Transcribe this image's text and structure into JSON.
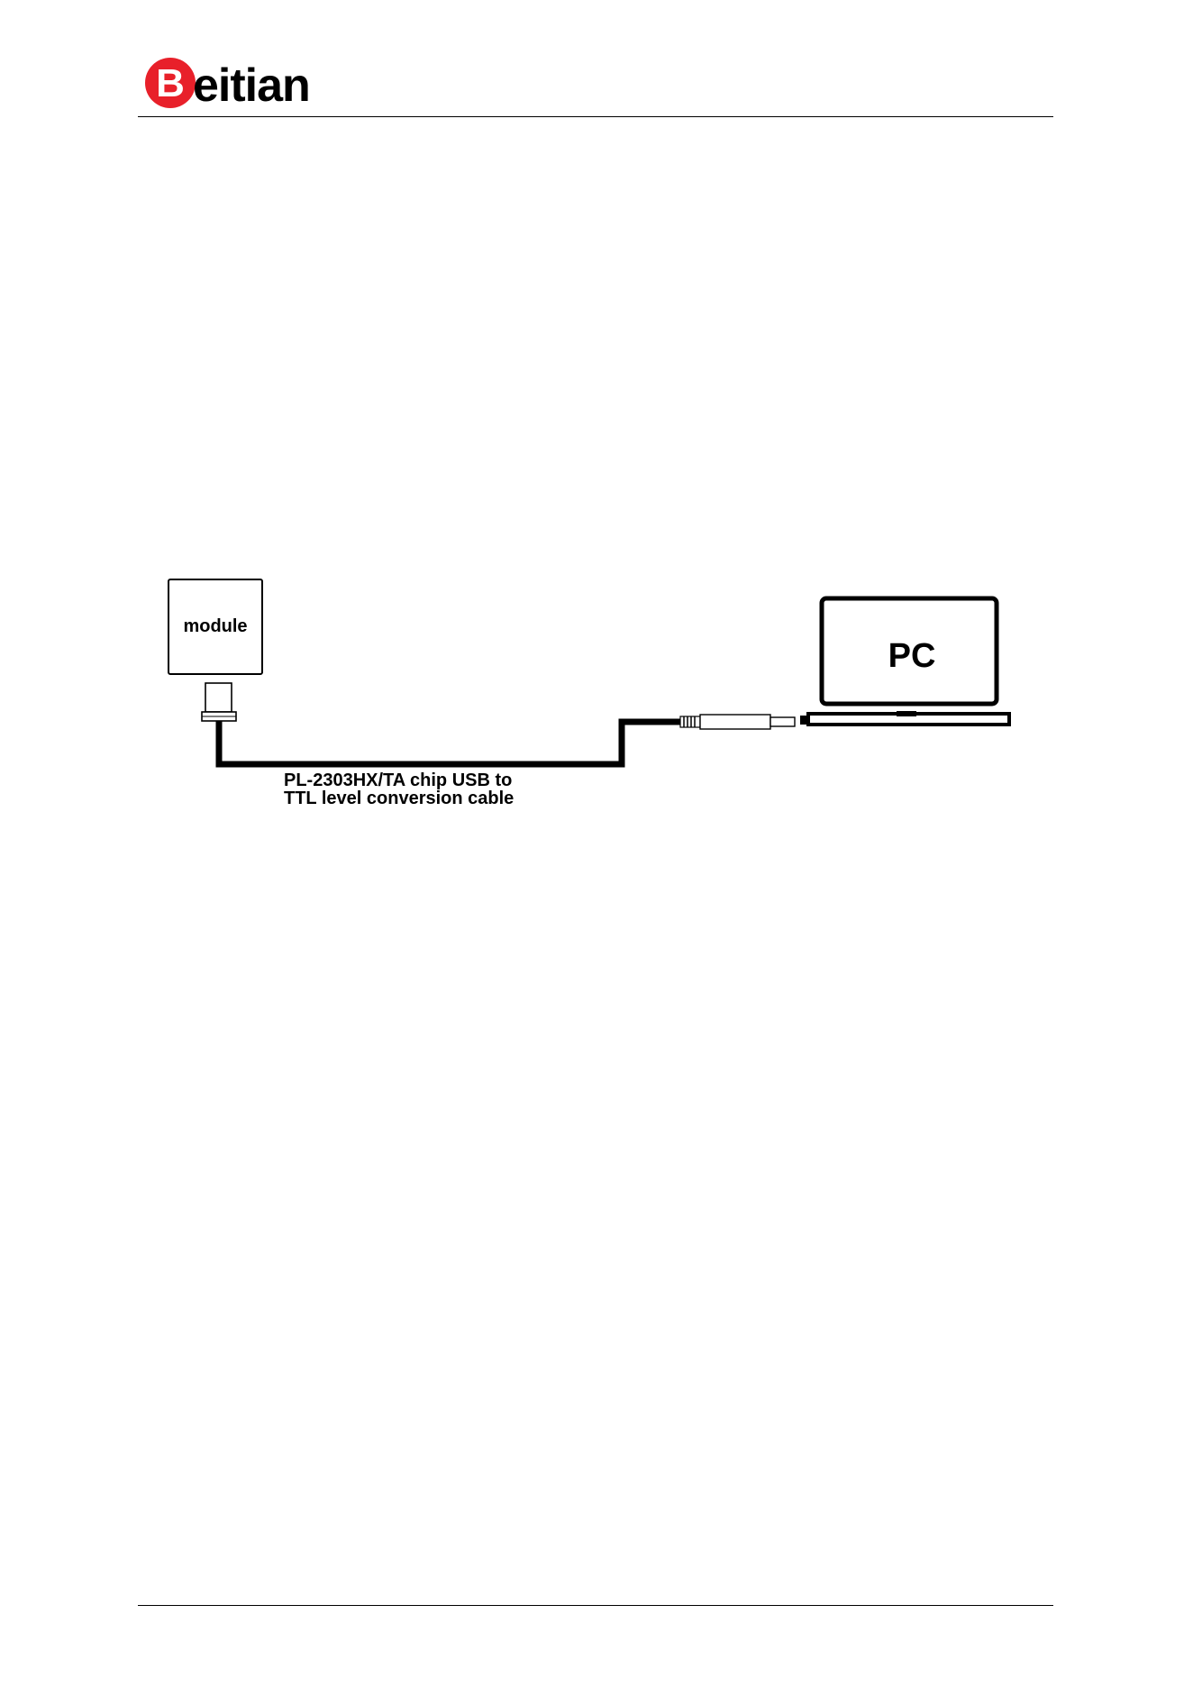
{
  "header": {
    "logo_text": "Beitian",
    "logo_initial": "B",
    "logo_rest": "eitian"
  },
  "diagram": {
    "module_label": "module",
    "pc_label": "PC",
    "cable_label_line1": "PL-2303HX/TA chip USB to",
    "cable_label_line2": "TTL level conversion cable"
  },
  "colors": {
    "brand_red": "#e8202a",
    "ink": "#000000",
    "paper": "#ffffff"
  }
}
